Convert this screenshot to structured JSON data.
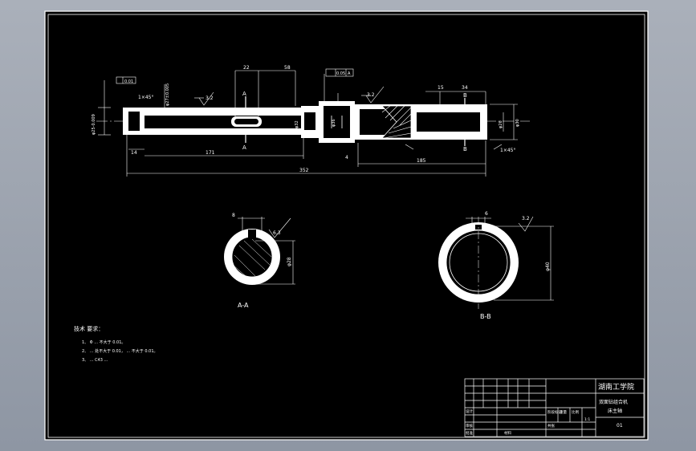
{
  "drawing": {
    "colors": {
      "background": "#000000",
      "frame": "#ffffff",
      "viewport_bg": "#9aa1ad"
    },
    "main_view": {
      "dims": {
        "len_22": "22",
        "len_58": "58",
        "len_15": "15",
        "len_34": "34",
        "len_171": "171",
        "len_14": "14",
        "len_4": "4",
        "len_185": "185",
        "len_352": "352",
        "dia_left": "φ25-0.009",
        "dia_mid": "φ27±0.005",
        "dia_36": "φ36",
        "dia_32": "φ32",
        "dia_26": "φ26",
        "dia_30": "φ30"
      },
      "roughness_left": "3.2",
      "roughness_right": "3.2",
      "tolerance_flat": "0.01",
      "tolerance_runout": "0.05",
      "tolerance_datum": "A",
      "chamfer_left": "1×45°",
      "chamfer_right": "1×45°",
      "section_a_top": "A",
      "section_a_bottom": "A",
      "section_b_top": "B",
      "section_b_bottom": "B"
    },
    "section_aa": {
      "key_width": "8",
      "roughness": "6.3",
      "dia_label": "φ28",
      "label": "A-A"
    },
    "section_bb": {
      "key_width": "6",
      "roughness": "3.2",
      "dia_label": "φ40",
      "label": "B-B"
    },
    "notes": {
      "title": "技术  要求：",
      "items": [
        "1、 Φ   ...  不大于 0.01。",
        "2、 ...  处不大于 0.01，  ...  不大于 0.01。",
        "3、 ...  C43 ..."
      ]
    },
    "title_block": {
      "school": "湖南工学院",
      "drawing_name": "双面钻组合机",
      "part_name": "床主轴",
      "scale_label": "比例",
      "scale_value": "1:1",
      "sheet_label": "共张",
      "drawing_no": "01",
      "designer_label": "设计",
      "checker_label": "审核",
      "approve_label": "批准",
      "material_label": "材料",
      "stage_label": "阶段标记",
      "weight_label": "重量"
    }
  }
}
